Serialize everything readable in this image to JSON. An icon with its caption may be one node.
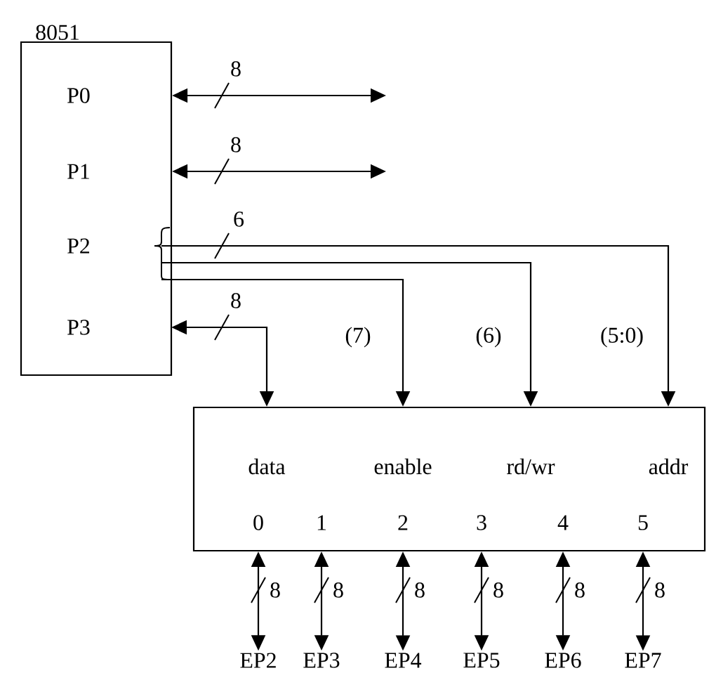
{
  "diagram": {
    "nodes": [
      {
        "text": [
          "8051"
        ]
      },
      {
        "text": [
          "P0"
        ],
        "in": 0
      },
      {
        "text": [
          "P1"
        ],
        "in": 0
      },
      {
        "text": [
          "P2"
        ],
        "in": 0
      },
      {
        "text": [
          "P3"
        ],
        "in": 0
      },
      {
        "text": [],
        "shape": "box"
      },
      {
        "text": [
          "data"
        ],
        "in": 5
      },
      {
        "text": [
          "enable"
        ],
        "in": 5
      },
      {
        "text": [
          "rd/wr"
        ],
        "in": 5
      },
      {
        "text": [
          "addr"
        ],
        "in": 5
      },
      {
        "text": [
          "0"
        ],
        "in": 5
      },
      {
        "text": [
          "1"
        ],
        "in": 5
      },
      {
        "text": [
          "2"
        ],
        "in": 5
      },
      {
        "text": [
          "3"
        ],
        "in": 5
      },
      {
        "text": [
          "4"
        ],
        "in": 5
      },
      {
        "text": [
          "5"
        ],
        "in": 5
      },
      {
        "text": [
          "EP2"
        ]
      },
      {
        "text": [
          "EP3"
        ]
      },
      {
        "text": [
          "EP4"
        ]
      },
      {
        "text": [
          "EP5"
        ]
      },
      {
        "text": [
          "EP6"
        ]
      },
      {
        "text": [
          "EP7"
        ]
      }
    ],
    "edges": [
      {
        "from": 0,
        "to": null,
        "arrow": "both",
        "label": "8"
      },
      {
        "from": 0,
        "to": null,
        "arrow": "both",
        "label": "8"
      },
      {
        "from": 3,
        "to": 9,
        "arrow": "to",
        "label": "6"
      },
      {
        "from": 3,
        "to": 8,
        "arrow": "to"
      },
      {
        "from": 3,
        "to": 7,
        "arrow": "to"
      },
      {
        "from": 4,
        "to": 6,
        "arrow": "both",
        "label": "8"
      },
      {
        "from": 10,
        "to": 16,
        "arrow": "both",
        "label": "8"
      },
      {
        "from": 11,
        "to": 17,
        "arrow": "both",
        "label": "8"
      },
      {
        "from": 12,
        "to": 18,
        "arrow": "both",
        "label": "8"
      },
      {
        "from": 13,
        "to": 19,
        "arrow": "both",
        "label": "8"
      },
      {
        "from": 14,
        "to": 20,
        "arrow": "both",
        "label": "8"
      },
      {
        "from": 15,
        "to": 21,
        "arrow": "both",
        "label": "8"
      }
    ],
    "labels": [
      "(7)",
      "(6)",
      "(5:0)"
    ]
  }
}
